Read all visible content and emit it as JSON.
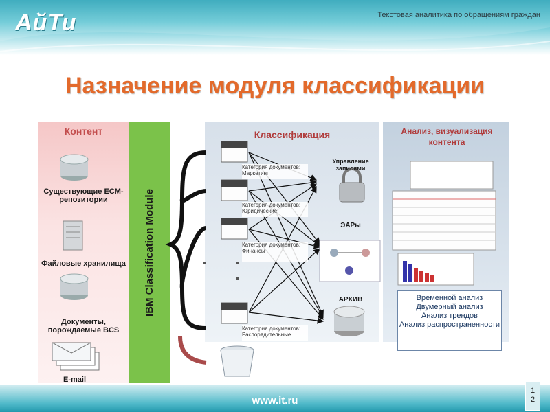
{
  "header": {
    "logo_text": "АйТи",
    "title": "Текстовая аналитика по обращениям граждан"
  },
  "main_title": "Назначение модуля классификации",
  "content_column": {
    "heading": "Контент",
    "items": [
      {
        "icon": "database-icon",
        "label": "Существующие ECM-репозитории"
      },
      {
        "icon": "server-icon",
        "label": "Файловые хранилища"
      },
      {
        "icon": "database-icon",
        "label": "Документы, порождаемые BCS"
      },
      {
        "icon": "email-icon",
        "label": "E-mail"
      }
    ]
  },
  "ibm_module": "IBM Classification Module",
  "classification_column": {
    "heading": "Классификация",
    "categories": [
      "Категория документов: Маркетинг",
      "Категория документов: Юридические",
      "Категория документов: Финансы",
      "Категория документов: Распорядительные"
    ],
    "targets": [
      "Управление записями",
      "ЭАРы",
      "АРХИВ"
    ]
  },
  "analysis_column": {
    "heading": "Анализ, визуализация контента",
    "analysis_types": [
      "Временной анализ",
      "Двумерный анализ",
      "Анализ трендов",
      "Анализ распространенности"
    ]
  },
  "footer": {
    "url": "www.it.ru",
    "page_number": "12"
  },
  "colors": {
    "title": "#e36a2b",
    "ibm_band": "#7bc24a",
    "content_bg": "#f5c7c7",
    "header_teal": "#1f9fb4"
  }
}
